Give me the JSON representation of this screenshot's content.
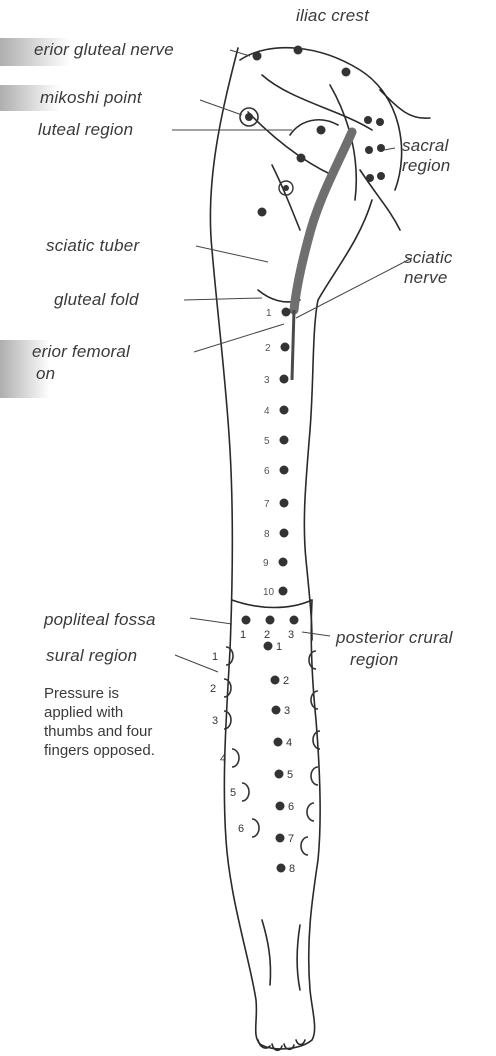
{
  "labels": {
    "iliac_crest": "iliac crest",
    "superior_gluteal_nerve": "erior gluteal nerve",
    "mikoshi_point": "mikoshi point",
    "gluteal_region": "luteal region",
    "sacral_region": "sacral region",
    "sciatic_tuber": "sciatic tuber",
    "sciatic_nerve": "sciatic nerve",
    "gluteal_fold": "gluteal fold",
    "posterior_femoral": "erior femoral",
    "posterior_femoral_2": "on",
    "popliteal_fossa": "popliteal fossa",
    "sural_region": "sural region",
    "posterior_crural": "posterior crural",
    "posterior_crural_2": "region"
  },
  "note": {
    "line1": "Pressure is",
    "line2": "applied with",
    "line3": "thumbs and four",
    "line4": "fingers opposed."
  },
  "thigh_points": [
    "1",
    "2",
    "3",
    "4",
    "5",
    "6",
    "7",
    "8",
    "9",
    "10"
  ],
  "knee_points": [
    "1",
    "2",
    "3"
  ],
  "calf_points": [
    "1",
    "2",
    "3",
    "4",
    "5",
    "6",
    "7",
    "8"
  ],
  "side_points": [
    "1",
    "2",
    "3",
    "4",
    "5",
    "6"
  ],
  "colors": {
    "ink": "#2a2a2a",
    "nerve": "#7a7a7a",
    "dot": "#333333"
  }
}
